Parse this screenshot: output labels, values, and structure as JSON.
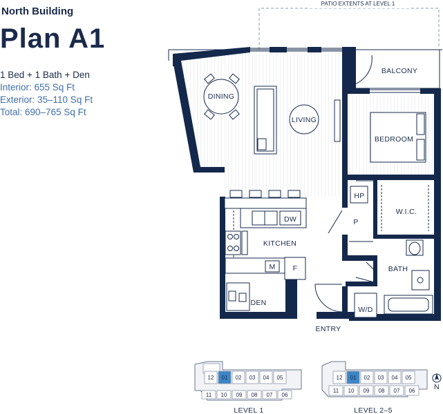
{
  "header": {
    "building": "North Building",
    "plan": "Plan A1",
    "beds": "1 Bed + 1 Bath + Den",
    "interior": "Interior: 655 Sq Ft",
    "exterior": "Exterior: 35–110 Sq Ft",
    "total": "Total: 690–765 Sq Ft"
  },
  "rooms": {
    "patio": "PATIO EXTENTS AT LEVEL 1",
    "balcony": "BALCONY",
    "dining": "DINING",
    "living": "LIVING",
    "bedroom": "BEDROOM",
    "hp": "HP",
    "p": "P",
    "wic": "W.I.C.",
    "dw": "DW",
    "kitchen": "KITCHEN",
    "m": "M",
    "f": "F",
    "bath": "BATH",
    "den": "DEN",
    "wd": "W/D",
    "entry": "ENTRY"
  },
  "keyplans": {
    "level1": {
      "label": "LEVEL 1",
      "units_top": [
        "12",
        "01",
        "02",
        "03",
        "04",
        "05"
      ],
      "units_bottom": [
        "11",
        "10",
        "09",
        "08",
        "07",
        "06"
      ],
      "highlight": "01"
    },
    "level2": {
      "label": "LEVEL 2–5",
      "units_top": [
        "12",
        "01",
        "02",
        "03",
        "04",
        "05"
      ],
      "units_bottom": [
        "11",
        "10",
        "09",
        "08",
        "07",
        "06"
      ],
      "highlight": "01"
    }
  },
  "compass": "N",
  "colors": {
    "navy": "#14284b",
    "accent_blue": "#3f6ea8",
    "highlight_blue": "#3c86c6"
  }
}
